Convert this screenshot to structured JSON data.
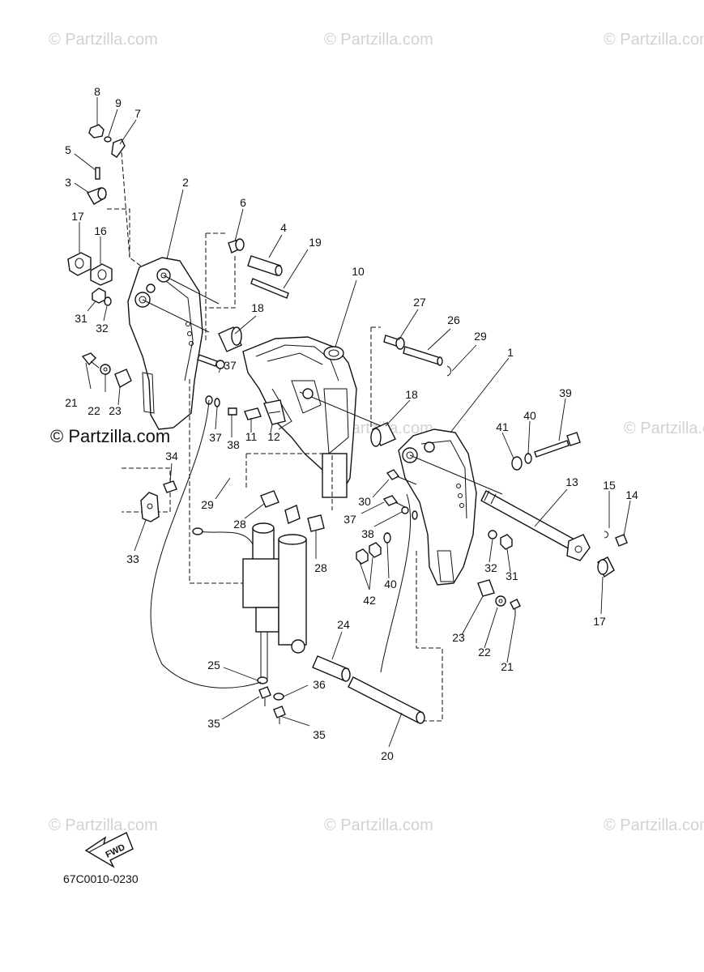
{
  "watermarks": [
    "© Partzilla.com",
    "© Partzilla.com",
    "© Partzilla.com",
    "© Partzilla.com",
    "© Partzilla.com",
    "© Partzilla.com",
    "© Partzilla.com",
    "© Partzilla.com",
    "© Partzilla.com"
  ],
  "prominent_watermark": "© Partzilla.com",
  "fwd_label": "FWD",
  "diagram_code": "67C0010-0230",
  "callouts": {
    "p1": "1",
    "p2": "2",
    "p3": "3",
    "p4": "4",
    "p5": "5",
    "p6": "6",
    "p7": "7",
    "p8": "8",
    "p9": "9",
    "p10": "10",
    "p11": "11",
    "p12": "12",
    "p13": "13",
    "p14": "14",
    "p15": "15",
    "p16": "16",
    "p17a": "17",
    "p17b": "17",
    "p18a": "18",
    "p18b": "18",
    "p19": "19",
    "p20": "20",
    "p21a": "21",
    "p21b": "21",
    "p22a": "22",
    "p22b": "22",
    "p23": "23",
    "p24": "24",
    "p25": "25",
    "p26": "26",
    "p27": "27",
    "p28a": "28",
    "p28b": "28",
    "p29a": "29",
    "p29b": "29",
    "p30": "30",
    "p31a": "31",
    "p31b": "31",
    "p32a": "32",
    "p32b": "32",
    "p33": "33",
    "p34": "34",
    "p35a": "35",
    "p35b": "35",
    "p36": "36",
    "p37a": "37",
    "p37b": "37",
    "p37c": "37",
    "p38a": "38",
    "p38b": "38",
    "p39": "39",
    "p40a": "40",
    "p40b": "40",
    "p41": "41",
    "p42": "42"
  }
}
